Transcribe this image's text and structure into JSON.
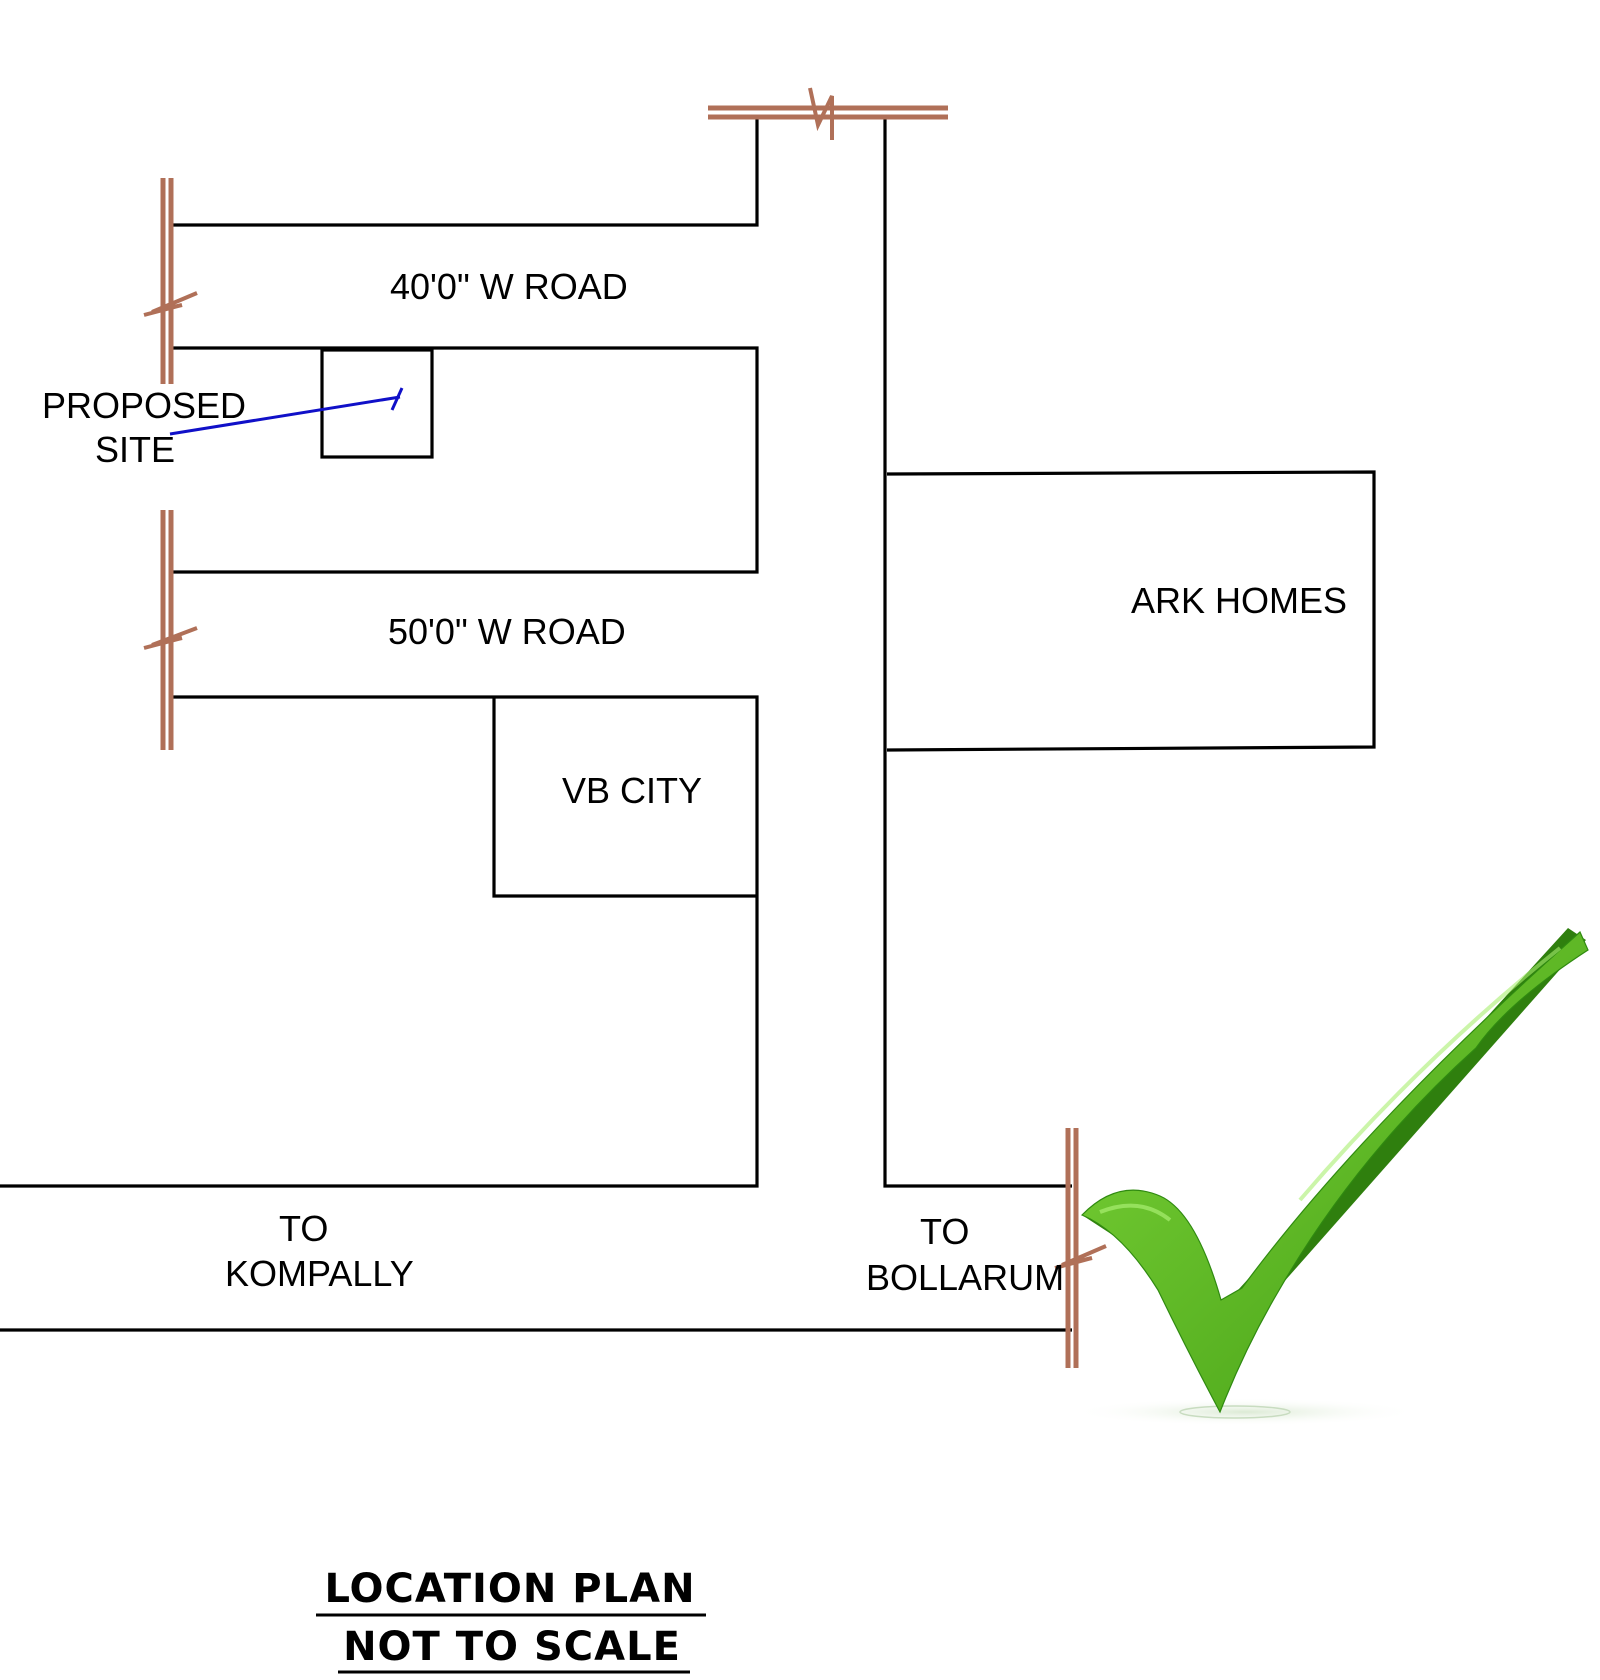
{
  "labels": {
    "road_40": "40'0\" W ROAD",
    "road_50": "50'0\" W ROAD",
    "proposed_line1": "PROPOSED",
    "proposed_line2": "SITE",
    "ark_homes": "ARK  HOMES",
    "vb_city": "VB CITY",
    "to_kompally_line1": "TO",
    "to_kompally_line2": "KOMPALLY",
    "to_bollarum_line1": "TO",
    "to_bollarum_line2": "BOLLARUM"
  },
  "title": {
    "line1": "LOCATION PLAN",
    "line2": "NOT TO SCALE"
  },
  "colors": {
    "lines": "#000000",
    "break_lines": "#b07058",
    "leader": "#1010c8",
    "checkmark": "#4caf1a"
  },
  "icons": {
    "checkmark": "green-checkmark-icon"
  }
}
